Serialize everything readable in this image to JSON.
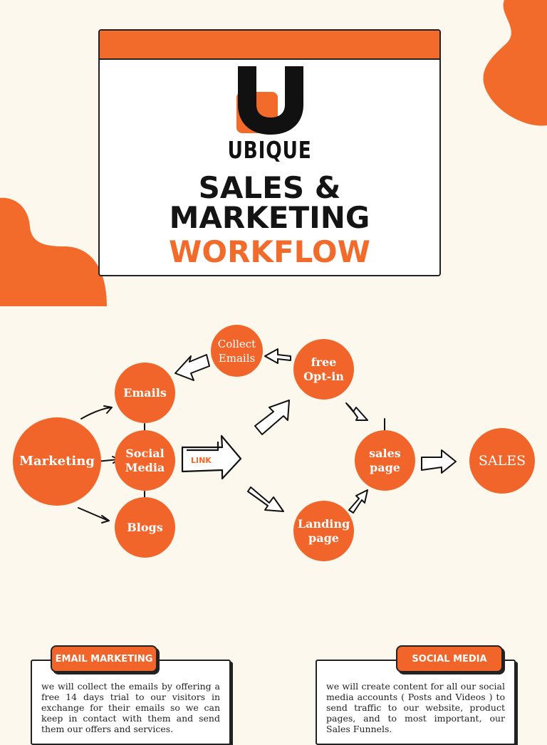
{
  "header": {
    "brand": "UBIQUE",
    "title_line1": "SALES &",
    "title_line2": "MARKETING",
    "title_line3": "WORKFLOW"
  },
  "colors": {
    "accent": "#f2652a",
    "background": "#fcf8ee",
    "ink": "#141414"
  },
  "diagram": {
    "nodes": {
      "marketing": "Marketing",
      "emails": "Emails",
      "social_media": "Social\nMedia",
      "blogs": "Blogs",
      "collect_emails": "Collect\nEmails",
      "free_optin": "free\nOpt-in",
      "landing_page": "Landing\npage",
      "sales_page": "sales\npage",
      "sales": "SALES"
    },
    "link_label": "LINK"
  },
  "panels": {
    "email": {
      "tag": "EMAIL MARKETING",
      "text": "we will collect the emails by offering a free 14 days trial to our visitors in exchange for their emails so we can keep in contact with them and send them our offers and services."
    },
    "social": {
      "tag": "SOCIAL MEDIA",
      "text": "we will create content for all our social media accounts ( Posts and Videos ) to send traffic to our website, product pages, and to most important, our Sales Funnels."
    }
  }
}
